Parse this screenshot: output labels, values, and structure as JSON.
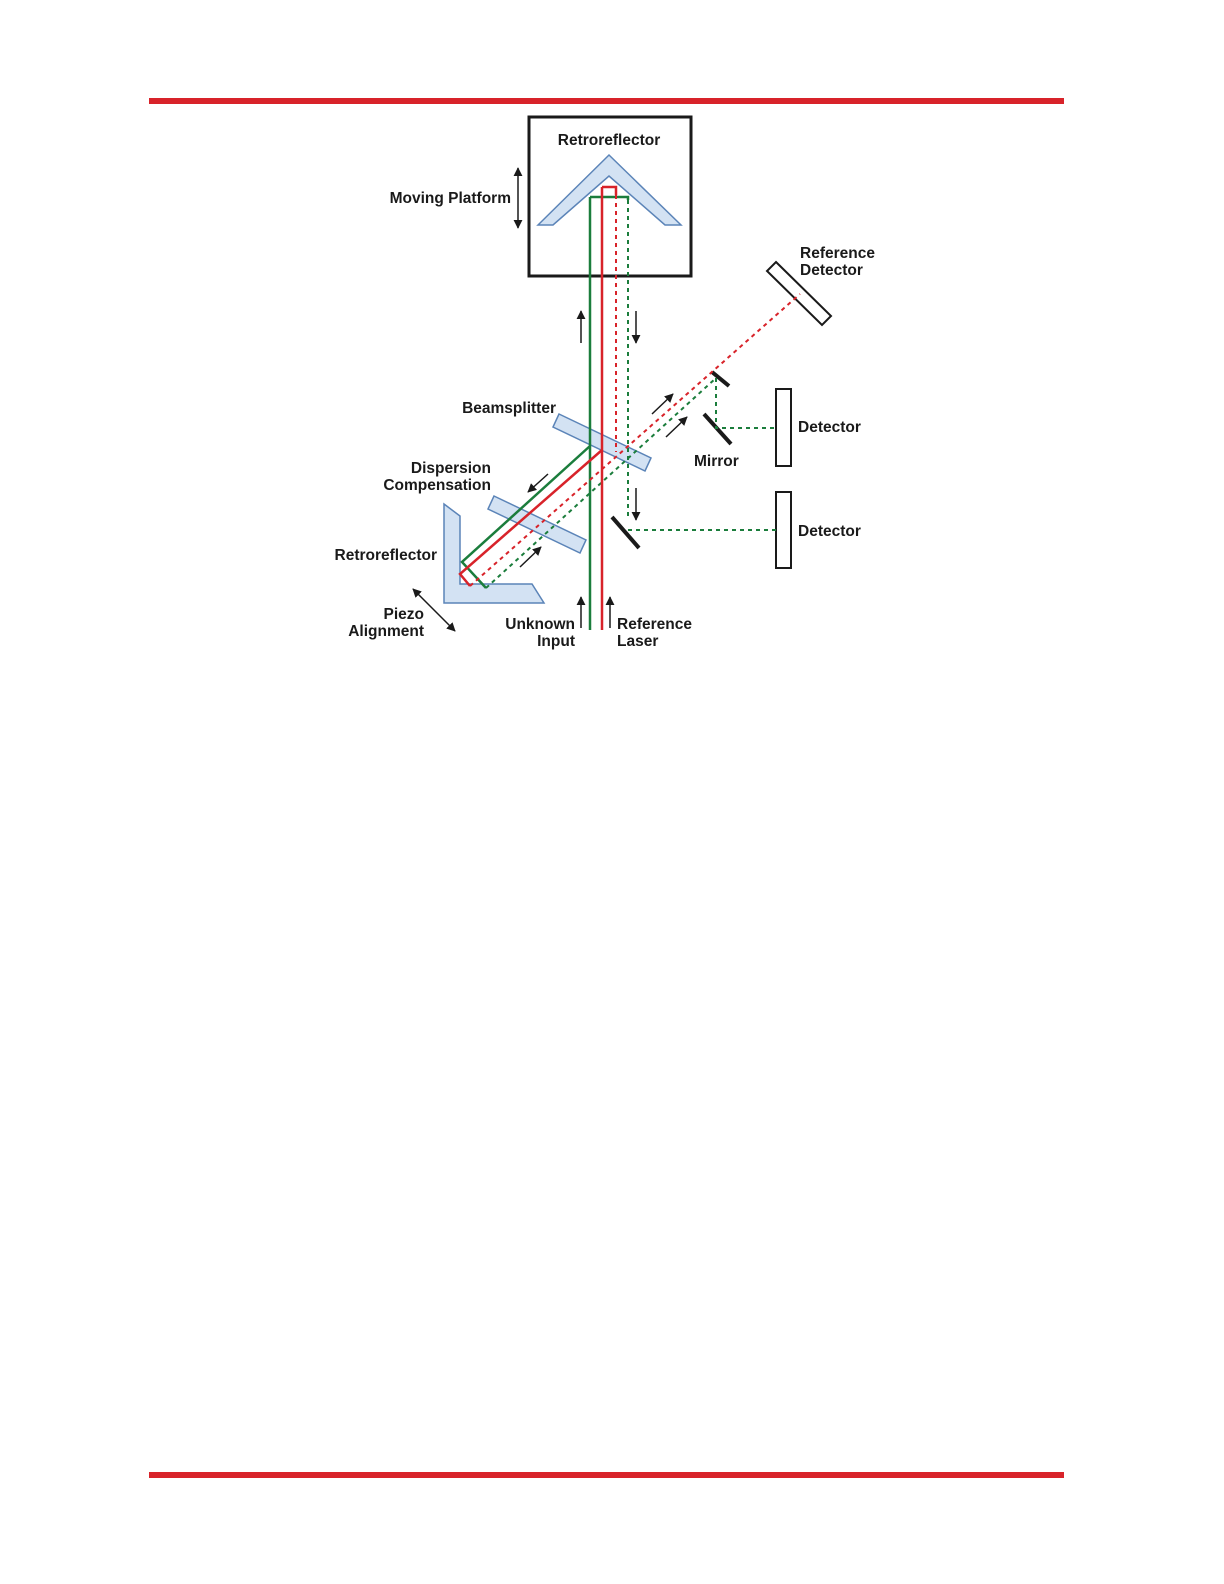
{
  "page": {
    "rule_color": "#d8232a"
  },
  "diagram": {
    "labels": {
      "retroreflector_top": "Retroreflector",
      "moving_platform": "Moving Platform",
      "reference_detector_1": "Reference",
      "reference_detector_2": "Detector",
      "beamsplitter": "Beamsplitter",
      "dispersion_1": "Dispersion",
      "dispersion_2": "Compensation",
      "retroreflector_left": "Retroreflector",
      "piezo_1": "Piezo",
      "piezo_2": "Alignment",
      "mirror": "Mirror",
      "detector_1": "Detector",
      "detector_2": "Detector",
      "unknown_input_1": "Unknown",
      "unknown_input_2": "Input",
      "reference_laser_1": "Reference",
      "reference_laser_2": "Laser"
    },
    "colors": {
      "unknown_beam": "#1b7d3c",
      "reference_beam": "#d8232a",
      "optic_fill": "#d3e2f3",
      "optic_stroke": "#5b84b8",
      "outline": "#1a1a1a"
    }
  }
}
